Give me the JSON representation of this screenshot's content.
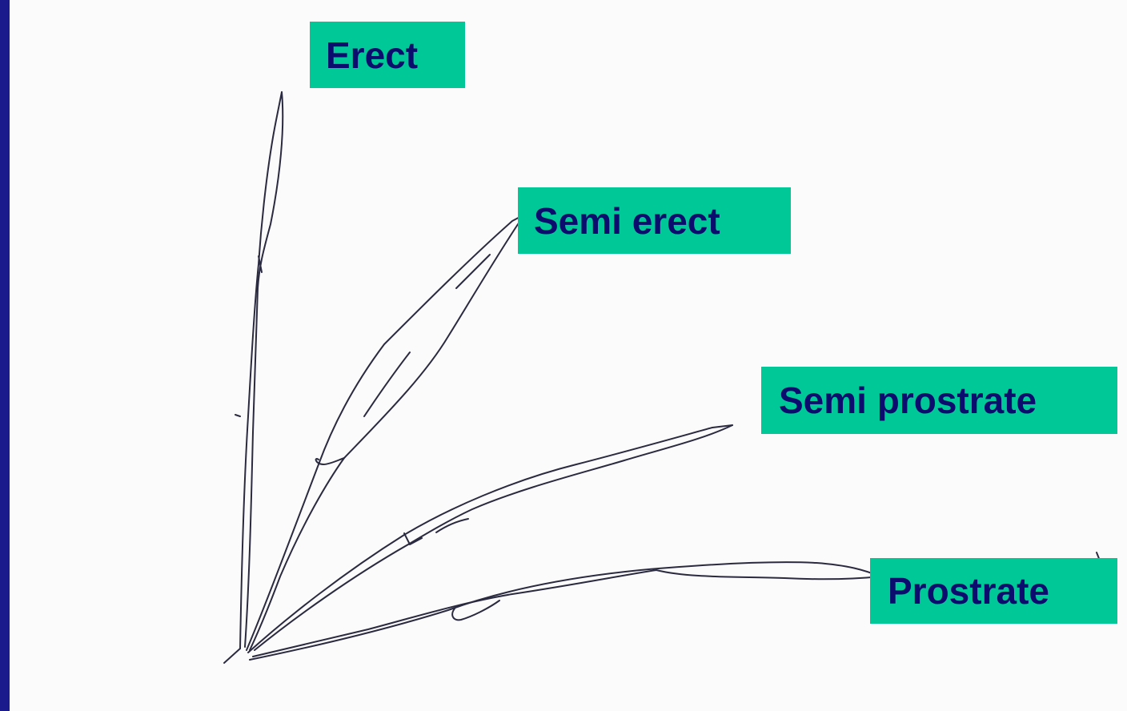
{
  "diagram": {
    "labels": {
      "erect": "Erect",
      "semi_erect": "Semi erect",
      "semi_prostrate": "Semi prostrate",
      "prostrate": "Prostrate"
    },
    "colors": {
      "background": "#1a1a8c",
      "paper": "#fbfbfb",
      "label_fill": "#00c896",
      "label_text": "#0c0c6e",
      "ink": "#2a2a40"
    }
  }
}
